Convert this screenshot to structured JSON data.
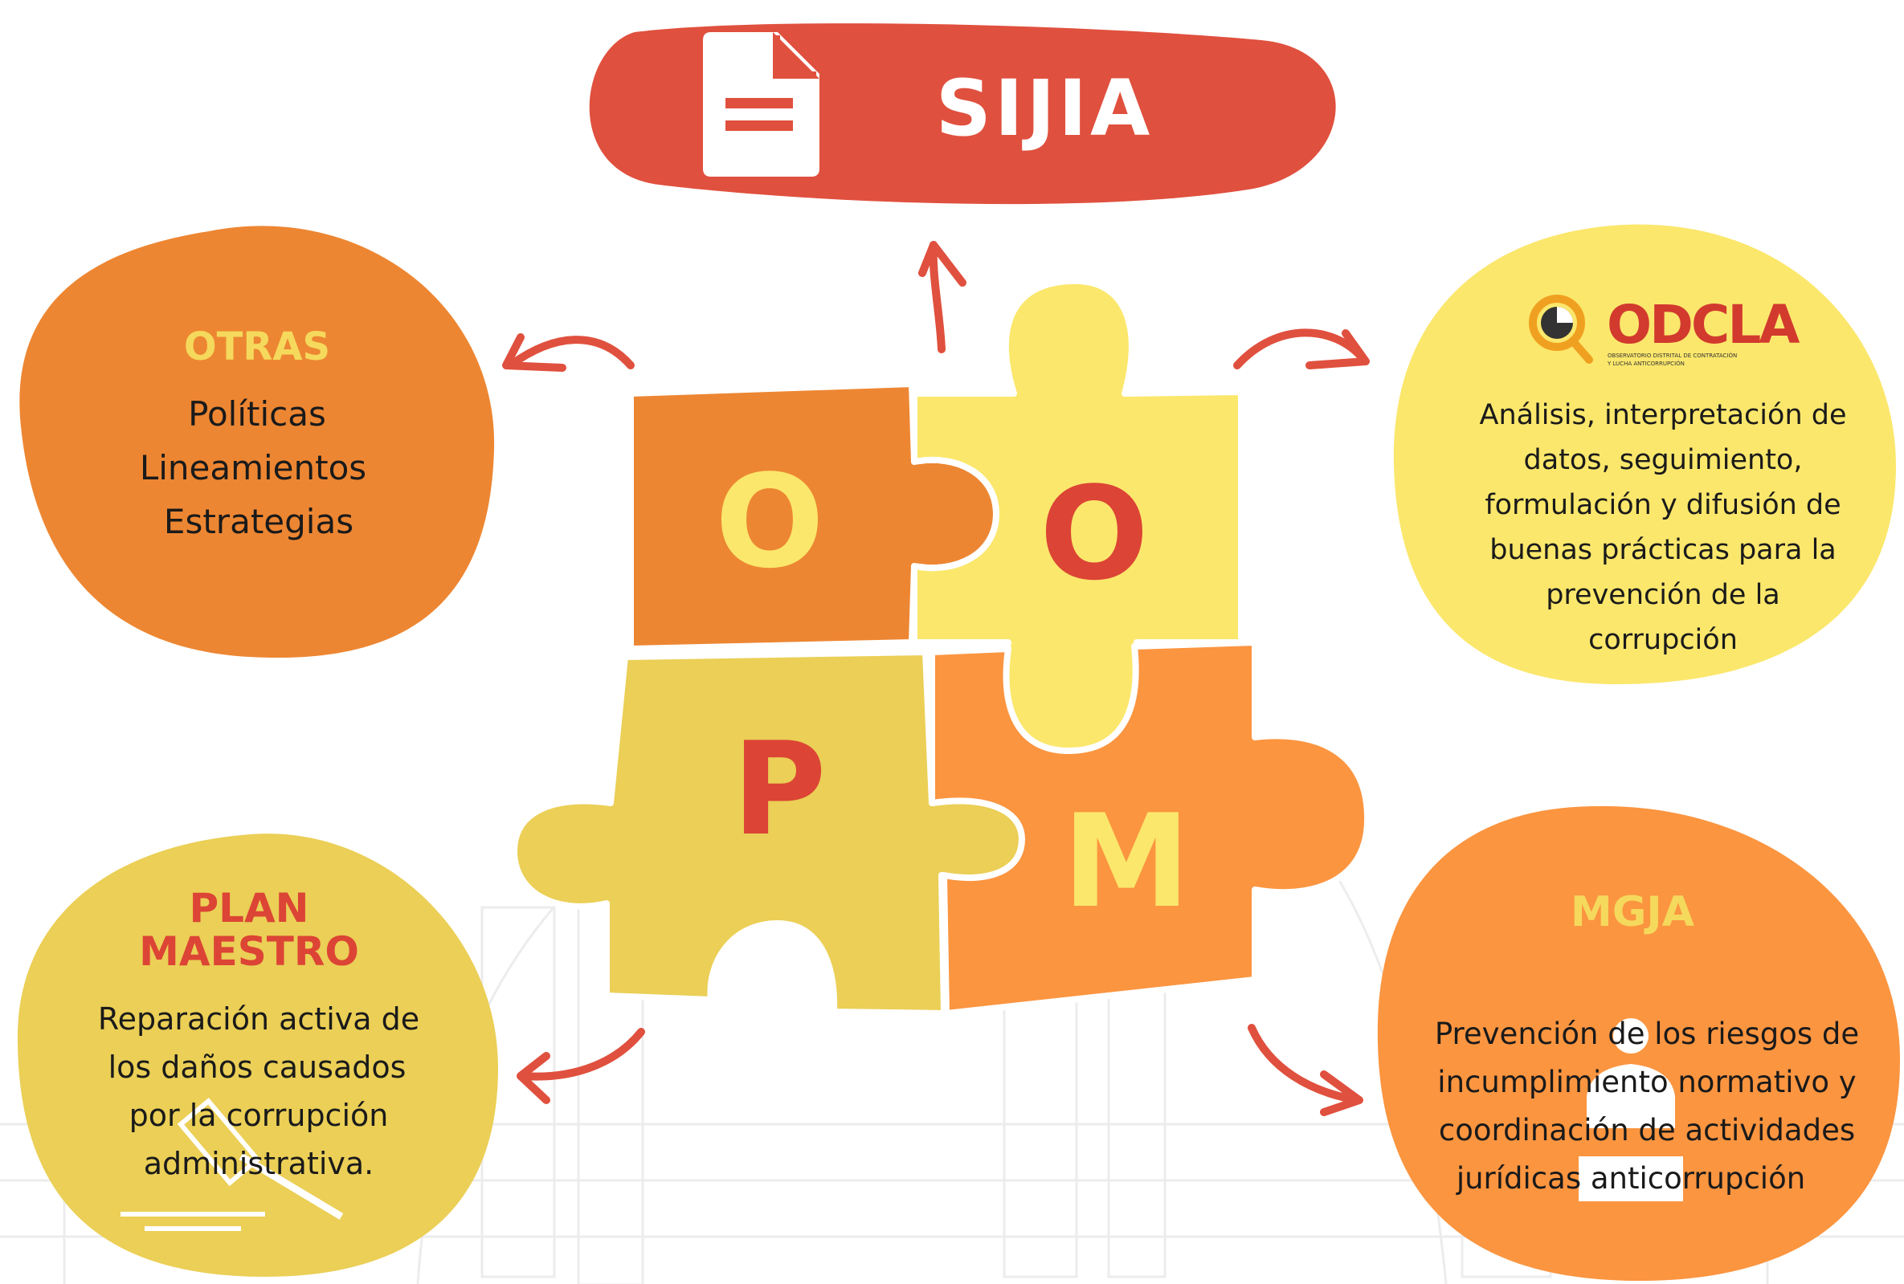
{
  "header": {
    "title": "SIJIA",
    "icon": "document-icon"
  },
  "center": {
    "letters": [
      "O",
      "O",
      "P",
      "M"
    ]
  },
  "left_top": {
    "title": "OTRAS",
    "lines": [
      "Políticas",
      "Lineamientos",
      "Estrategias"
    ]
  },
  "right_top": {
    "logo_text": "ODCLA",
    "logo_subtitle_1": "OBSERVATORIO DISTRITAL DE CONTRATACIÓN",
    "logo_subtitle_2": "Y LUCHA ANTICORRUPCIÓN",
    "lines": [
      "Análisis, interpretación de",
      "datos, seguimiento,",
      "formulación y difusión de",
      "buenas prácticas para la",
      "prevención de la",
      "corrupción"
    ]
  },
  "left_bottom": {
    "title_1": "PLAN",
    "title_2": "MAESTRO",
    "icon": "gavel-icon",
    "lines": [
      "Reparación activa de",
      "los daños causados",
      "por la corrupción",
      "administrativa."
    ]
  },
  "right_bottom": {
    "title": "MGJA",
    "icon": "lawyer-icon",
    "lines": [
      "Prevención de los riesgos de",
      "incumplimiento normativo y",
      "coordinación de actividades",
      "jurídicas anticorrupción"
    ]
  },
  "colors": {
    "red": "#e0503e",
    "orange": "#ed8632",
    "light_orange": "#fb9540",
    "yellow": "#fbe76c",
    "mustard": "#ebcf56",
    "title_yellow": "#f5d95c",
    "title_red": "#dc4435"
  }
}
